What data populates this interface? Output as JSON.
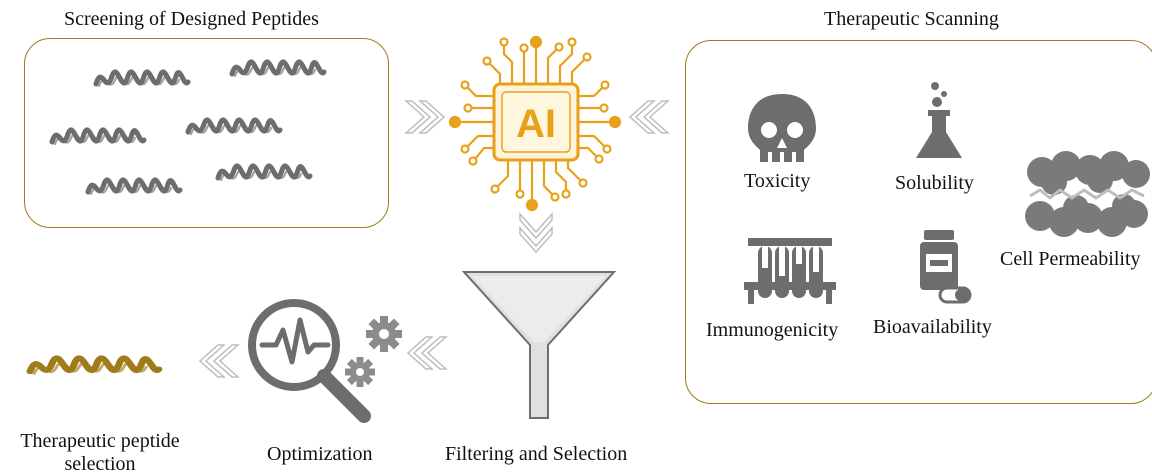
{
  "screening": {
    "title": "Screening of Designed Peptides"
  },
  "scanning": {
    "title": "Therapeutic Scanning",
    "properties": {
      "toxicity": "Toxicity",
      "solubility": "Solubility",
      "cell_permeability": "Cell Permeability",
      "immunogenicity": "Immunogenicity",
      "bioavailability": "Bioavailability"
    }
  },
  "ai": {
    "chip_label": "AI"
  },
  "steps": {
    "filtering": "Filtering and Selection",
    "optimization": "Optimization",
    "selection_line1": "Therapeutic peptide",
    "selection_line2": "selection"
  },
  "colors": {
    "accent": "#e8a21a",
    "gold": "#a07b1c",
    "icon_gray": "#6d6d6d",
    "arrow": "#bdbdbd"
  },
  "icons": [
    "peptide-helix-icon",
    "ai-chip-icon",
    "skull-icon",
    "flask-icon",
    "cell-membrane-icon",
    "test-tubes-icon",
    "pill-bottle-icon",
    "funnel-icon",
    "magnifier-pulse-icon",
    "gears-icon",
    "double-chevron-arrow-icon"
  ]
}
